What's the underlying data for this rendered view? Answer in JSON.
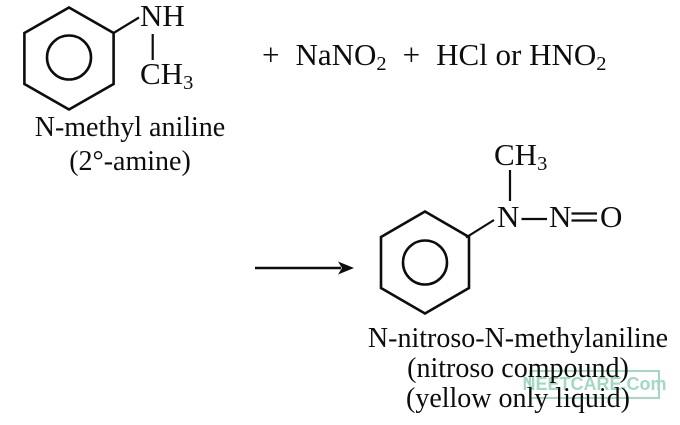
{
  "reaction": {
    "reactant": {
      "nh_label": "NH",
      "methyl": {
        "base": "CH",
        "sub": "3"
      },
      "name": "N-methyl aniline",
      "classification": "(2°-amine)"
    },
    "reagents": {
      "plus_1": "+",
      "sodium_nitrite": {
        "base": "NaNO",
        "sub": "2"
      },
      "plus_2": "+",
      "acid": {
        "base": "HCl or HNO",
        "sub": "2"
      }
    },
    "product": {
      "methyl": {
        "base": "CH",
        "sub": "3"
      },
      "n_amine": "N",
      "n_nitroso": "N",
      "oxygen": "O",
      "name": "N-nitroso-N-methylaniline",
      "classification": "(nitroso compound)",
      "state": "(yellow only liquid)"
    }
  },
  "watermark": {
    "text": "NEETCARE.Com",
    "color": "#a3d9c0"
  },
  "colors": {
    "ink": "#0d0d0d",
    "background": "#ffffff"
  }
}
